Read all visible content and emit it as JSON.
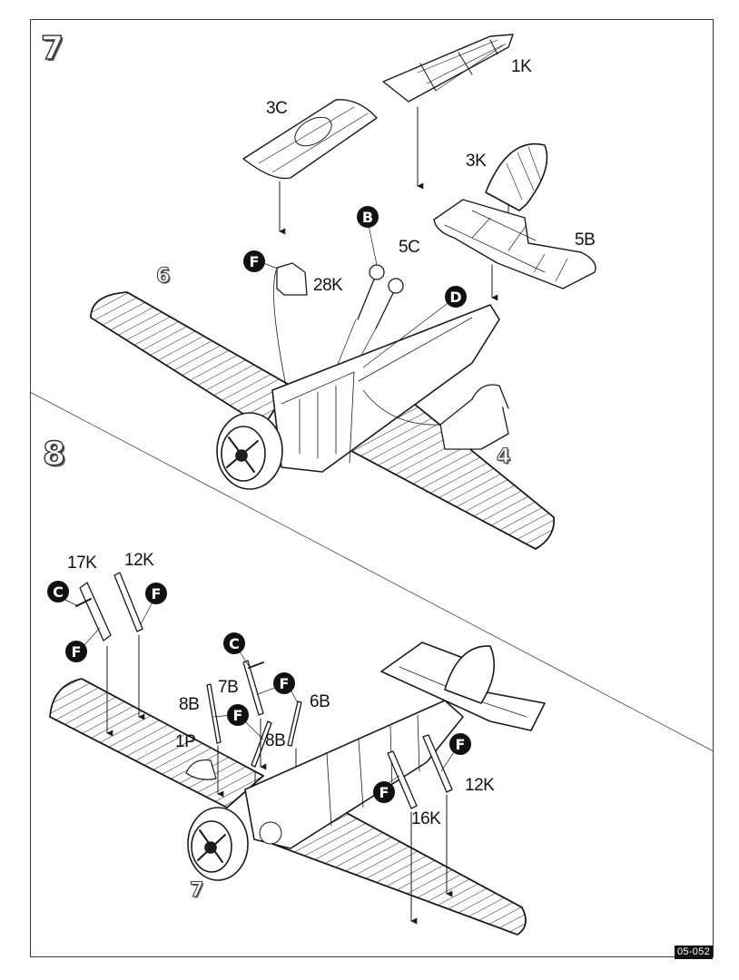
{
  "document": {
    "type": "model kit assembly instructions",
    "page_code": "05-052"
  },
  "steps": [
    {
      "number": "7",
      "sub_assembly_refs": [
        "6",
        "4"
      ],
      "parts": [
        "1K",
        "3C",
        "3K",
        "5B",
        "5C",
        "28K"
      ],
      "sprue_callouts": [
        "B",
        "F",
        "D"
      ]
    },
    {
      "number": "8",
      "sub_assembly_refs": [
        "7"
      ],
      "parts": [
        "17K",
        "12K",
        "7B",
        "8B",
        "6B",
        "8B",
        "1P",
        "12K",
        "16K"
      ],
      "sprue_callouts": [
        "C",
        "F",
        "F",
        "C",
        "F",
        "F",
        "F",
        "F"
      ]
    }
  ],
  "labels": {
    "step7": "7",
    "step8": "8",
    "ref6": "6",
    "ref4": "4",
    "ref7": "7",
    "p1K": "1K",
    "p3C": "3C",
    "p3K": "3K",
    "p5B": "5B",
    "p5C": "5C",
    "p28K": "28K",
    "p17K": "17K",
    "p12K_top": "12K",
    "p7B": "7B",
    "p8B_left": "8B",
    "p8B_mid": "8B",
    "p6B": "6B",
    "p1P": "1P",
    "p12K_right": "12K",
    "p16K": "16K"
  },
  "sprues": {
    "s7_B": "B",
    "s7_F": "F",
    "s7_D": "D",
    "s8_C_left": "C",
    "s8_F_top": "F",
    "s8_F_left": "F",
    "s8_C_mid": "C",
    "s8_F_mid_right": "F",
    "s8_F_mid_left": "F",
    "s8_F_right": "F",
    "s8_F_bottom": "F"
  }
}
